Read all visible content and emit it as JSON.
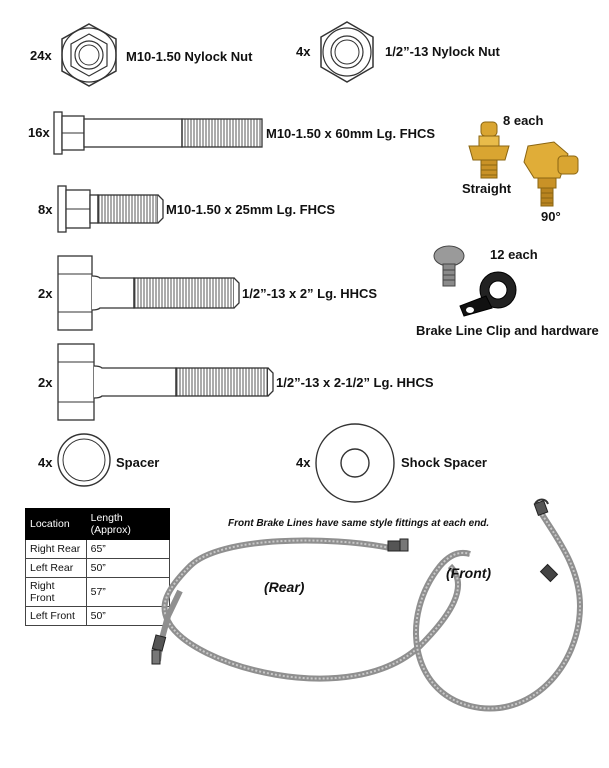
{
  "nylock_m10": {
    "qty": "24x",
    "label": "M10-1.50 Nylock Nut"
  },
  "nylock_half": {
    "qty": "4x",
    "label": "1/2”-13 Nylock Nut"
  },
  "fhcs_60": {
    "qty": "16x",
    "label": "M10-1.50 x 60mm Lg. FHCS"
  },
  "fhcs_25": {
    "qty": "8x",
    "label": "M10-1.50 x 25mm Lg. FHCS"
  },
  "hhcs_2": {
    "qty": "2x",
    "label": "1/2”-13 x 2” Lg. HHCS"
  },
  "hhcs_25": {
    "qty": "2x",
    "label": "1/2”-13 x 2-1/2” Lg. HHCS"
  },
  "spacer": {
    "qty": "4x",
    "label": "Spacer"
  },
  "shock_spacer": {
    "qty": "4x",
    "label": "Shock Spacer"
  },
  "fittings": {
    "count": "8 each",
    "straight": "Straight",
    "angle": "90°"
  },
  "clip": {
    "count": "12 each",
    "label": "Brake Line Clip and hardware"
  },
  "length_table": {
    "headers": [
      "Location",
      "Length (Approx)"
    ],
    "rows": [
      [
        "Right Rear",
        "65”"
      ],
      [
        "Left Rear",
        "50”"
      ],
      [
        "Right Front",
        "57”"
      ],
      [
        "Left Front",
        "50”"
      ]
    ]
  },
  "brake_lines": {
    "note": "Front Brake Lines have same style fittings at each end.",
    "rear": "(Rear)",
    "front": "(Front)"
  },
  "colors": {
    "brass": "#d9a531",
    "steel_braid": "#a7a7a7",
    "outline": "#333333"
  }
}
